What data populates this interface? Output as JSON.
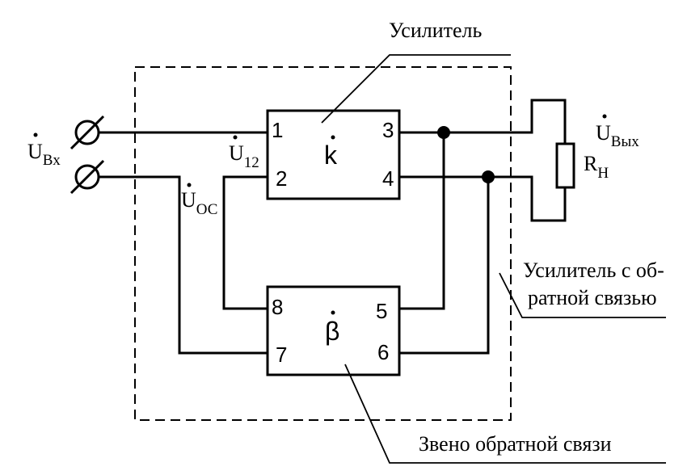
{
  "labels": {
    "amplifier_caption": "Усилитель",
    "feedback_amp_caption_line1": "Усилитель с об-",
    "feedback_amp_caption_line2": "ратной связью",
    "feedback_link_caption": "Звено обратной связи",
    "input_voltage": {
      "base": "U",
      "sub": "Вх"
    },
    "output_voltage": {
      "base": "U",
      "sub": "Вых"
    },
    "u12_voltage": {
      "base": "U",
      "sub": "12"
    },
    "feedback_voltage": {
      "base": "U",
      "sub": "ОС"
    },
    "load_resistor": {
      "base": "R",
      "sub": "Н"
    },
    "amp_symbol": "k",
    "feedback_symbol": "β"
  },
  "amplifier_pins": [
    "1",
    "2",
    "3",
    "4"
  ],
  "feedback_pins": [
    "8",
    "7",
    "5",
    "6"
  ]
}
